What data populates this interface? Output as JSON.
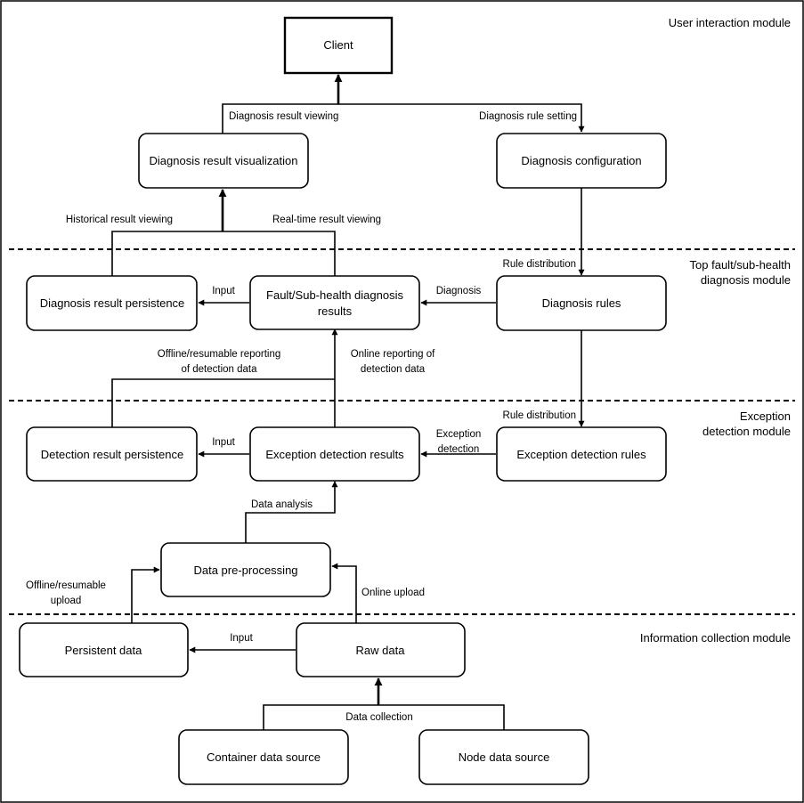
{
  "modules": {
    "user_interaction": "User interaction module",
    "top_diagnosis": [
      "Top fault/sub-health",
      "diagnosis module"
    ],
    "exception_detection": [
      "Exception",
      "detection module"
    ],
    "information_collection": "Information collection module"
  },
  "nodes": {
    "client": "Client",
    "result_visualization": "Diagnosis result visualization",
    "diagnosis_configuration": "Diagnosis configuration",
    "diagnosis_result_persistence": "Diagnosis result persistence",
    "diagnosis_results": [
      "Fault/Sub-health diagnosis",
      "results"
    ],
    "diagnosis_rules": "Diagnosis rules",
    "detection_result_persistence": "Detection result persistence",
    "exception_detection_results": "Exception detection results",
    "exception_detection_rules": "Exception detection rules",
    "data_preprocessing": "Data pre-processing",
    "persistent_data": "Persistent data",
    "raw_data": "Raw data",
    "container_data_source": "Container data source",
    "node_data_source": "Node data source"
  },
  "edges": {
    "result_viewing": "Diagnosis result viewing",
    "rule_setting": "Diagnosis rule setting",
    "historical_viewing": "Historical result viewing",
    "realtime_viewing": "Real-time result viewing",
    "rule_distribution_1": "Rule distribution",
    "input_1": "Input",
    "diagnosis": "Diagnosis",
    "offline_reporting": [
      "Offline/resumable reporting",
      "of detection data"
    ],
    "online_reporting": [
      "Online reporting of",
      "detection data"
    ],
    "rule_distribution_2": "Rule distribution",
    "input_2": "Input",
    "exception_detection": [
      "Exception",
      "detection"
    ],
    "data_analysis": "Data analysis",
    "offline_upload": [
      "Offline/resumable",
      "upload"
    ],
    "online_upload": "Online upload",
    "input_3": "Input",
    "data_collection": "Data collection"
  }
}
